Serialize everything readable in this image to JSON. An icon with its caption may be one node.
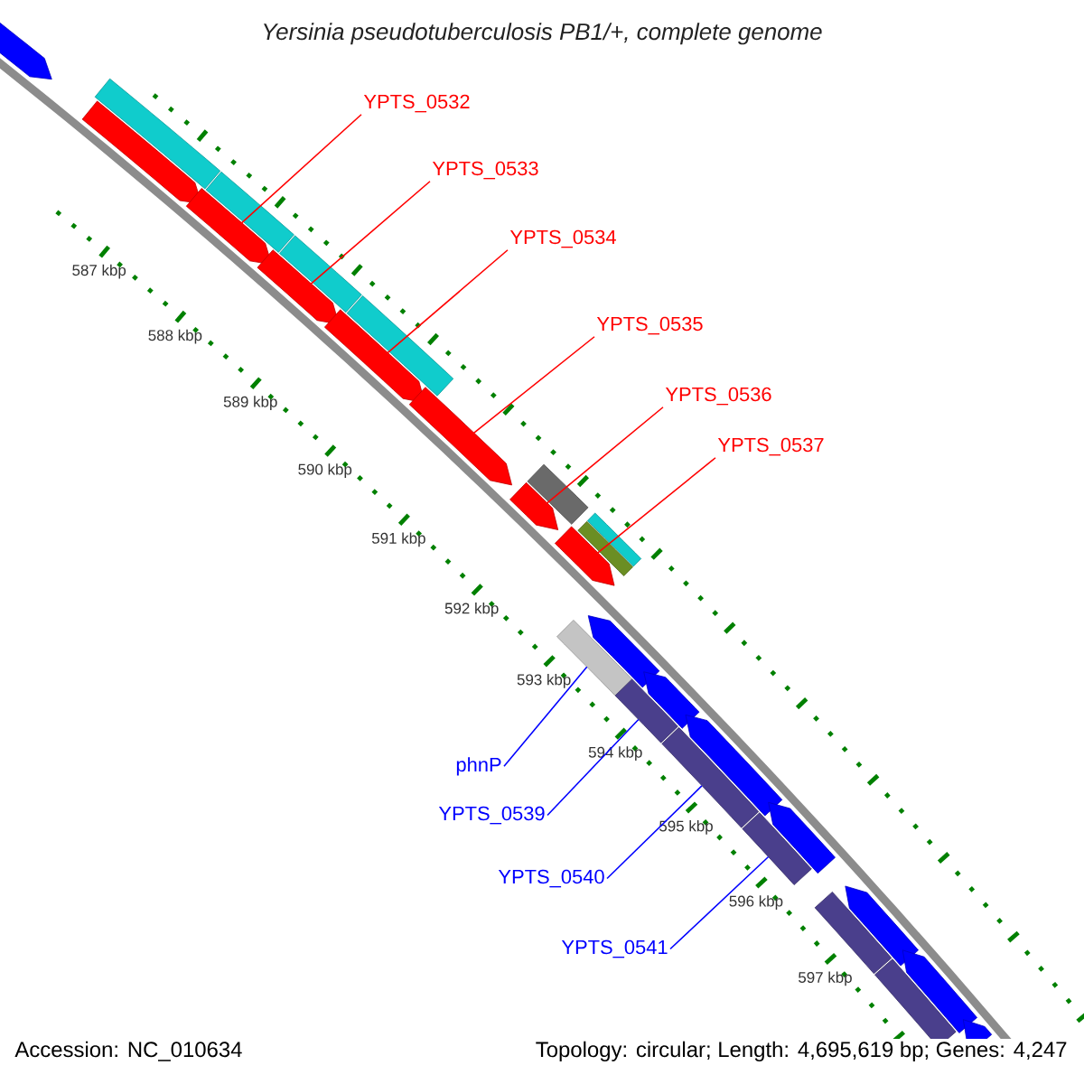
{
  "diagram": {
    "title": "Yersinia pseudotuberculosis PB1/+, complete genome",
    "nodes": [
      {
        "text": [
          "YPTS_0532"
        ]
      },
      {
        "text": [
          "YPTS_0533"
        ]
      },
      {
        "text": [
          "YPTS_0534"
        ]
      },
      {
        "text": [
          "YPTS_0535"
        ]
      },
      {
        "text": [
          "YPTS_0536"
        ]
      },
      {
        "text": [
          "YPTS_0537"
        ]
      },
      {
        "text": [
          "phnP"
        ]
      },
      {
        "text": [
          "YPTS_0539"
        ]
      },
      {
        "text": [
          "YPTS_0540"
        ]
      },
      {
        "text": [
          "YPTS_0541"
        ]
      },
      {
        "text": [],
        "shape": "pentagon"
      },
      {
        "text": [],
        "shape": "pentagon"
      },
      {
        "text": [],
        "shape": "pentagon"
      },
      {
        "text": [],
        "shape": "pentagon"
      },
      {
        "text": [],
        "shape": "pentagon"
      },
      {
        "text": [],
        "shape": "pentagon"
      },
      {
        "text": [],
        "shape": "pentagon"
      },
      {
        "text": [],
        "shape": "pentagon"
      },
      {
        "text": [],
        "shape": "bar"
      },
      {
        "text": [],
        "shape": "bar"
      },
      {
        "text": [],
        "shape": "bar"
      },
      {
        "text": [],
        "shape": "bar"
      },
      {
        "text": [],
        "shape": "bar"
      },
      {
        "text": [],
        "shape": "bar"
      },
      {
        "text": [],
        "shape": "bar"
      },
      {
        "text": [],
        "shape": "bar"
      },
      {
        "text": [],
        "shape": "bar"
      },
      {
        "text": [],
        "shape": "bar"
      },
      {
        "text": [],
        "shape": "bar"
      },
      {
        "text": [],
        "shape": "bar"
      },
      {
        "text": [],
        "shape": "bar"
      },
      {
        "text": [],
        "shape": "pentagon"
      },
      {
        "text": [],
        "shape": "pentagon"
      },
      {
        "text": [],
        "shape": "pentagon"
      },
      {
        "text": [],
        "shape": "pentagon"
      },
      {
        "text": [],
        "shape": "pentagon"
      },
      {
        "text": [],
        "shape": "pentagon"
      },
      {
        "text": [],
        "shape": "pentagon"
      }
    ],
    "edges": [
      {
        "from": 0,
        "to": 12,
        "arrow": "none",
        "color": "#ff0000"
      },
      {
        "from": 1,
        "to": 13,
        "arrow": "none",
        "color": "#ff0000"
      },
      {
        "from": 2,
        "to": 14,
        "arrow": "none",
        "color": "#ff0000"
      },
      {
        "from": 3,
        "to": 15,
        "arrow": "none",
        "color": "#ff0000"
      },
      {
        "from": 4,
        "to": 16,
        "arrow": "none",
        "color": "#ff0000"
      },
      {
        "from": 5,
        "to": 17,
        "arrow": "none",
        "color": "#ff0000"
      },
      {
        "from": 6,
        "to": 25,
        "arrow": "none",
        "color": "#0000ff"
      },
      {
        "from": 7,
        "to": 26,
        "arrow": "none",
        "color": "#0000ff"
      },
      {
        "from": 8,
        "to": 27,
        "arrow": "none",
        "color": "#0000ff"
      },
      {
        "from": 9,
        "to": 28,
        "arrow": "none",
        "color": "#0000ff"
      }
    ],
    "labels": [
      "587 kbp",
      "588 kbp",
      "589 kbp",
      "590 kbp",
      "591 kbp",
      "592 kbp",
      "593 kbp",
      "594 kbp",
      "595 kbp",
      "596 kbp",
      "597 kbp",
      "Accession: NC_010634",
      "Topology: circular; Length: 4,695,619 bp; Genes: 4,247"
    ]
  }
}
